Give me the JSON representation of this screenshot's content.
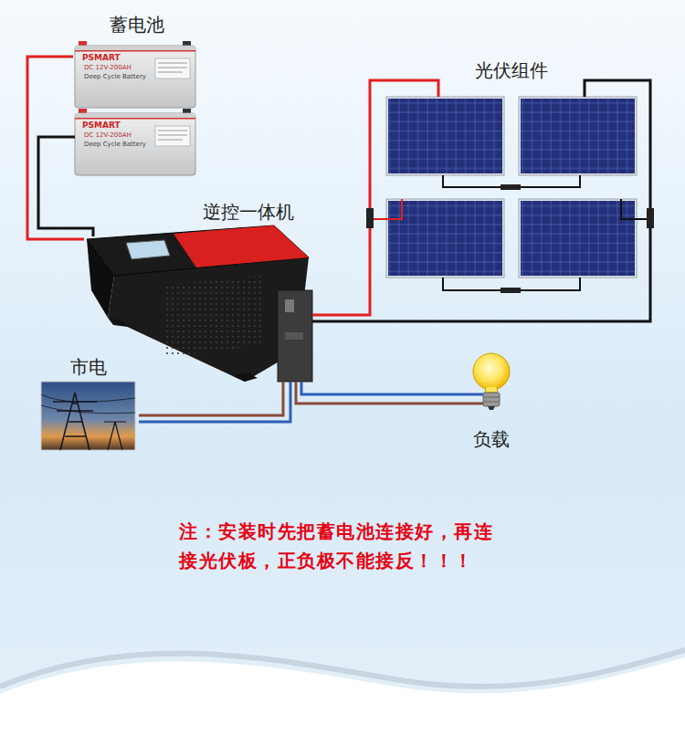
{
  "diagram": {
    "nodes": [
      {
        "text": [
          "蓄电池"
        ]
      },
      {
        "text": [
          "光伏组件"
        ]
      },
      {
        "text": [
          "逆控一体机"
        ]
      },
      {
        "text": [
          "市电"
        ]
      },
      {
        "text": [
          "负载"
        ]
      }
    ],
    "edges": [
      {
        "from": 0,
        "to": 2,
        "arrow": "none"
      },
      {
        "from": 1,
        "to": 2,
        "arrow": "none"
      },
      {
        "from": 3,
        "to": 2,
        "arrow": "none"
      },
      {
        "from": 2,
        "to": 4,
        "arrow": "none"
      }
    ],
    "labels": [
      "PSMART",
      "DC 12V-200AH",
      "Deep Cycle Battery",
      "PSMART",
      "DC 12V-200AH",
      "Deep Cycle Battery",
      "注：安装时先把蓄电池连接好，再连 接光伏板，正负极不能接反！！！"
    ]
  }
}
